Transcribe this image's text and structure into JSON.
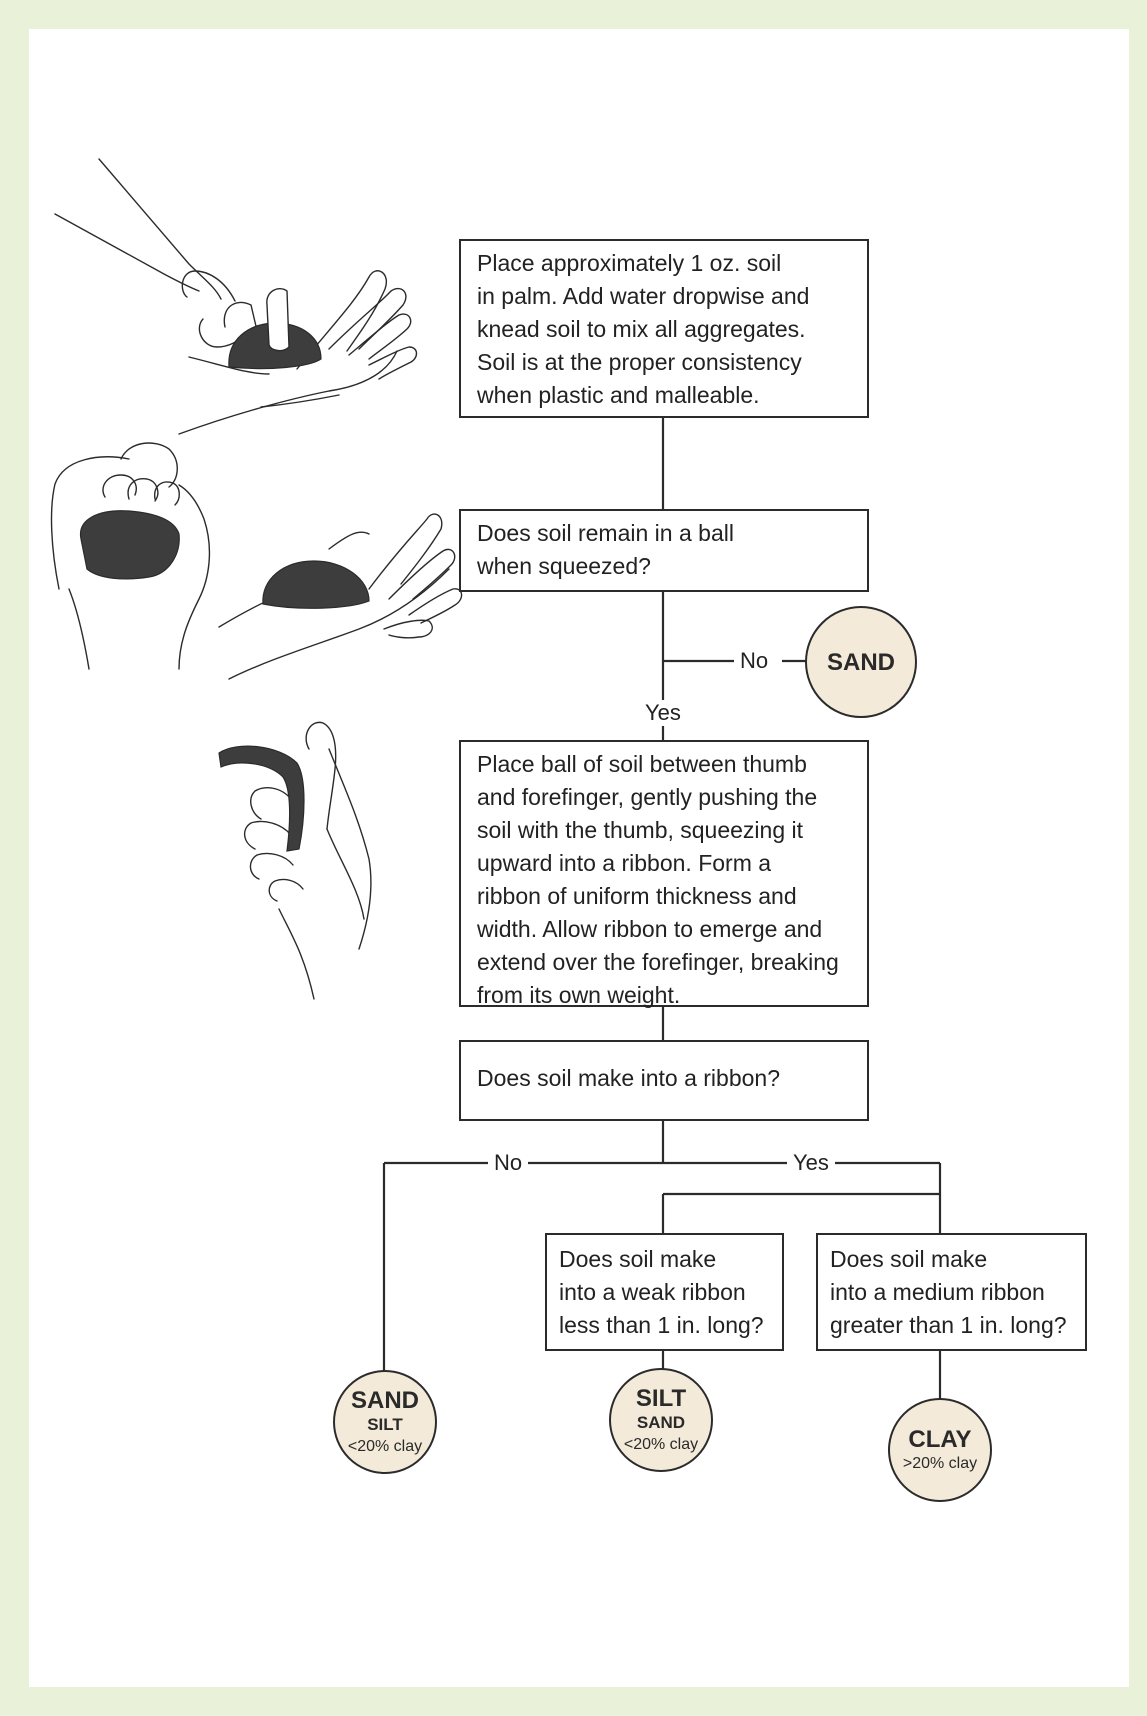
{
  "colors": {
    "background": "#e9f1d8",
    "panel": "#ffffff",
    "circle_fill": "#f3ead9",
    "line": "#2b2b2b",
    "soil": "#3d3d3d"
  },
  "steps": {
    "prepare": "Place approximately 1 oz. soil\nin palm. Add water dropwise and\nknead soil to mix all aggregates.\nSoil is at the proper consistency\nwhen plastic and malleable.",
    "ball_question": "Does soil remain in a ball\nwhen squeezed?",
    "ribbon_instructions": "Place ball of soil between thumb\nand forefinger, gently pushing the\nsoil with the thumb, squeezing it\nupward into a ribbon. Form a\nribbon of uniform thickness and\nwidth. Allow ribbon to emerge and\nextend over the forefinger, breaking\nfrom its own weight.",
    "ribbon_question": "Does soil make into a ribbon?",
    "weak_ribbon_question": "Does soil make\ninto a weak ribbon\nless than 1 in. long?",
    "medium_ribbon_question": "Does soil make\ninto a medium ribbon\ngreater than 1 in. long?"
  },
  "labels": {
    "no_ball": "No",
    "yes_ball": "Yes",
    "no_ribbon": "No",
    "yes_ribbon": "Yes"
  },
  "results": {
    "sand": {
      "main": "SAND"
    },
    "sand_silt": {
      "main": "SAND",
      "sub": "SILT",
      "pct": "<20% clay"
    },
    "silt_sand": {
      "main": "SILT",
      "sub": "SAND",
      "pct": "<20% clay"
    },
    "clay": {
      "main": "CLAY",
      "pct": ">20% clay"
    }
  },
  "illustrations": [
    "hands-kneading-soil",
    "hands-squeezing-ball",
    "hand-forming-ribbon"
  ]
}
